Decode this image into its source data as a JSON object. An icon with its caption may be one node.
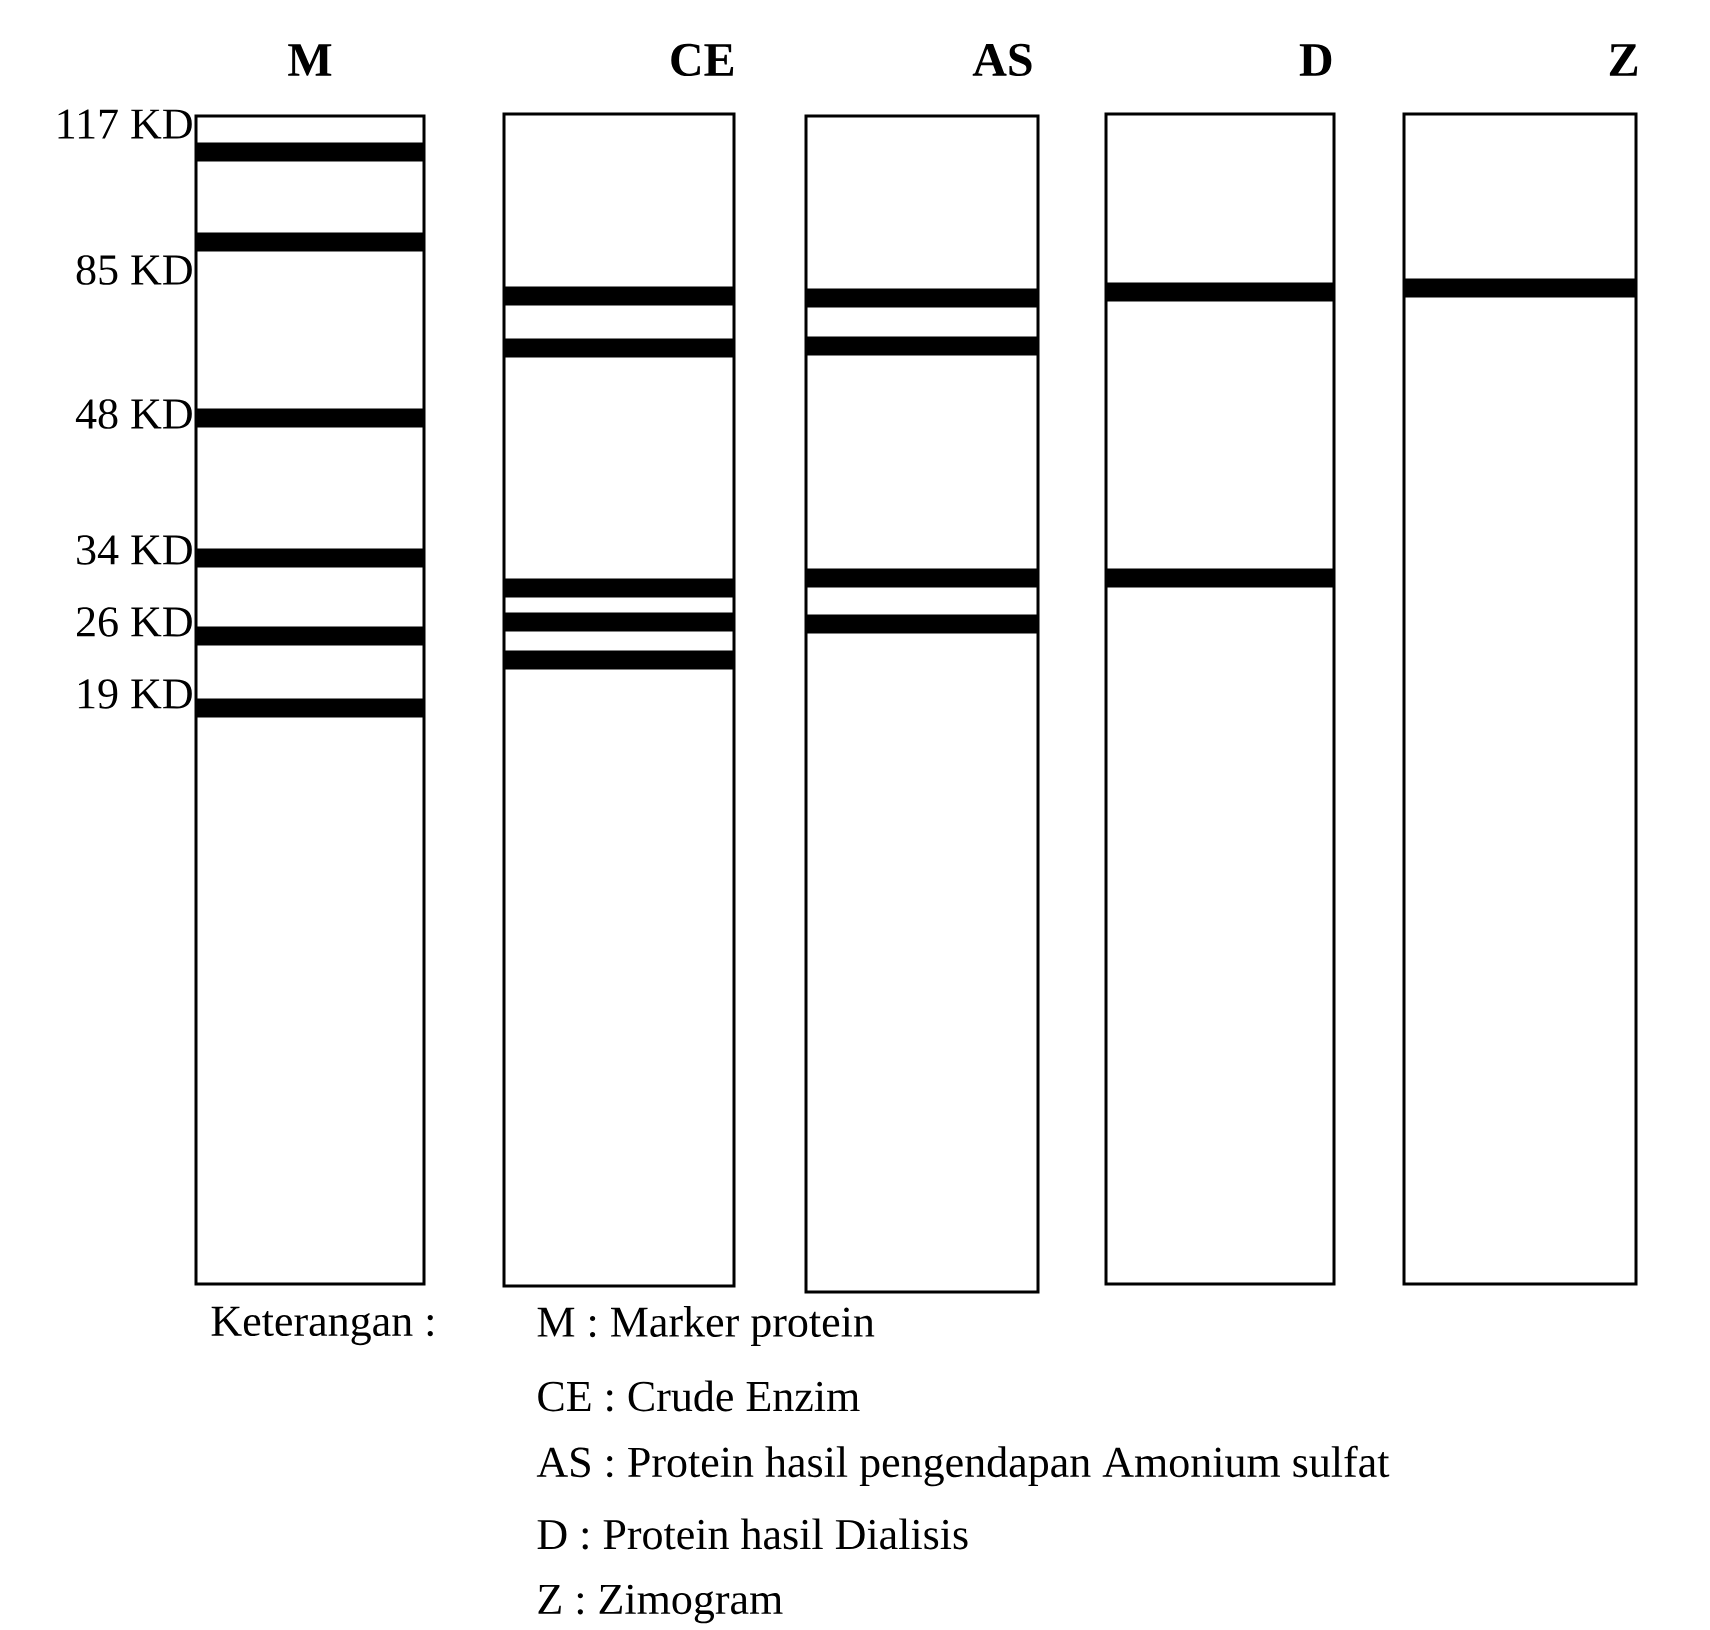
{
  "diagram": {
    "nodes": [
      {
        "text": [
          "M"
        ]
      },
      {
        "text": [],
        "shape": "bar",
        "in": 0
      },
      {
        "text": [],
        "shape": "bar",
        "in": 0
      },
      {
        "text": [],
        "shape": "bar",
        "in": 0
      },
      {
        "text": [],
        "shape": "bar",
        "in": 0
      },
      {
        "text": [],
        "shape": "bar",
        "in": 0
      },
      {
        "text": [],
        "shape": "bar",
        "in": 0
      },
      {
        "text": [
          "CE"
        ]
      },
      {
        "text": [],
        "shape": "bar",
        "in": 7
      },
      {
        "text": [],
        "shape": "bar",
        "in": 7
      },
      {
        "text": [],
        "shape": "bar",
        "in": 7
      },
      {
        "text": [],
        "shape": "bar",
        "in": 7
      },
      {
        "text": [],
        "shape": "bar",
        "in": 7
      },
      {
        "text": [
          "AS"
        ]
      },
      {
        "text": [],
        "shape": "bar",
        "in": 13
      },
      {
        "text": [],
        "shape": "bar",
        "in": 13
      },
      {
        "text": [],
        "shape": "bar",
        "in": 13
      },
      {
        "text": [],
        "shape": "bar",
        "in": 13
      },
      {
        "text": [
          "D"
        ]
      },
      {
        "text": [],
        "shape": "bar",
        "in": 18
      },
      {
        "text": [],
        "shape": "bar",
        "in": 18
      },
      {
        "text": [
          "Z"
        ]
      },
      {
        "text": [],
        "shape": "bar",
        "in": 21
      }
    ],
    "labels": [
      "117 KD",
      "85 KD",
      "48 KD",
      "34 KD",
      "26 KD",
      "19 KD",
      "Keterangan :",
      "M : Marker protein",
      "CE : Crude Enzim",
      "AS : Protein hasil pengendapan Amonium sulfat",
      "D : Protein hasil Dialisis",
      "Z : Zimogram"
    ]
  }
}
